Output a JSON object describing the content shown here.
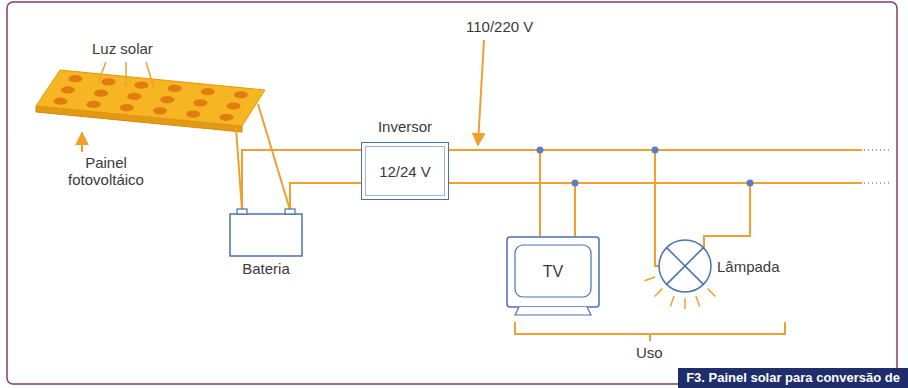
{
  "diagram": {
    "caption": "F3. Painel solar para conversão de",
    "nodes": [
      {
        "text": [
          "Painel fotovoltáico"
        ]
      },
      {
        "text": [
          "Bateria"
        ]
      },
      {
        "text": [
          "Inversor",
          "12/24 V"
        ]
      },
      {
        "text": [
          "TV"
        ]
      },
      {
        "text": [
          "Lâmpada"
        ]
      }
    ],
    "edges": [
      {
        "from": 0,
        "to": 1,
        "arrow": "none"
      },
      {
        "from": 1,
        "to": 2,
        "arrow": "none"
      },
      {
        "from": 2,
        "to": 3,
        "arrow": "none"
      },
      {
        "from": 2,
        "to": 4,
        "arrow": "none"
      }
    ],
    "labels": [
      "Luz solar",
      "110/220 V",
      "Uso"
    ]
  }
}
